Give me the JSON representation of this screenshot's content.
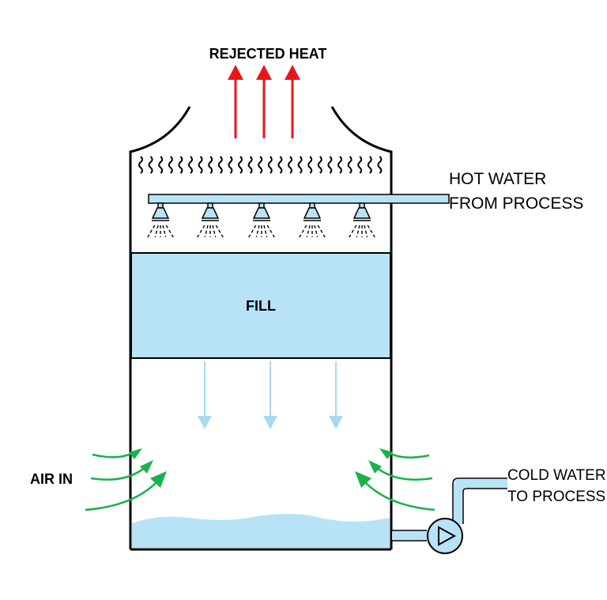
{
  "labels": {
    "rejected_heat": "REJECTED HEAT",
    "hot_water_line1": "HOT WATER",
    "hot_water_line2": "FROM PROCESS",
    "fill": "FILL",
    "air_in": "AIR IN",
    "cold_water_line1": "COLD WATER",
    "cold_water_line2": "TO PROCESS"
  },
  "colors": {
    "outline": "#000000",
    "water": "#b8e3f6",
    "heat_arrow": "#e8161b",
    "air_arrow": "#1bb14b",
    "drip_arrow": "#a9d9ef"
  },
  "icons": {
    "nozzle": "spray-nozzle-icon",
    "pump": "pump-icon"
  }
}
